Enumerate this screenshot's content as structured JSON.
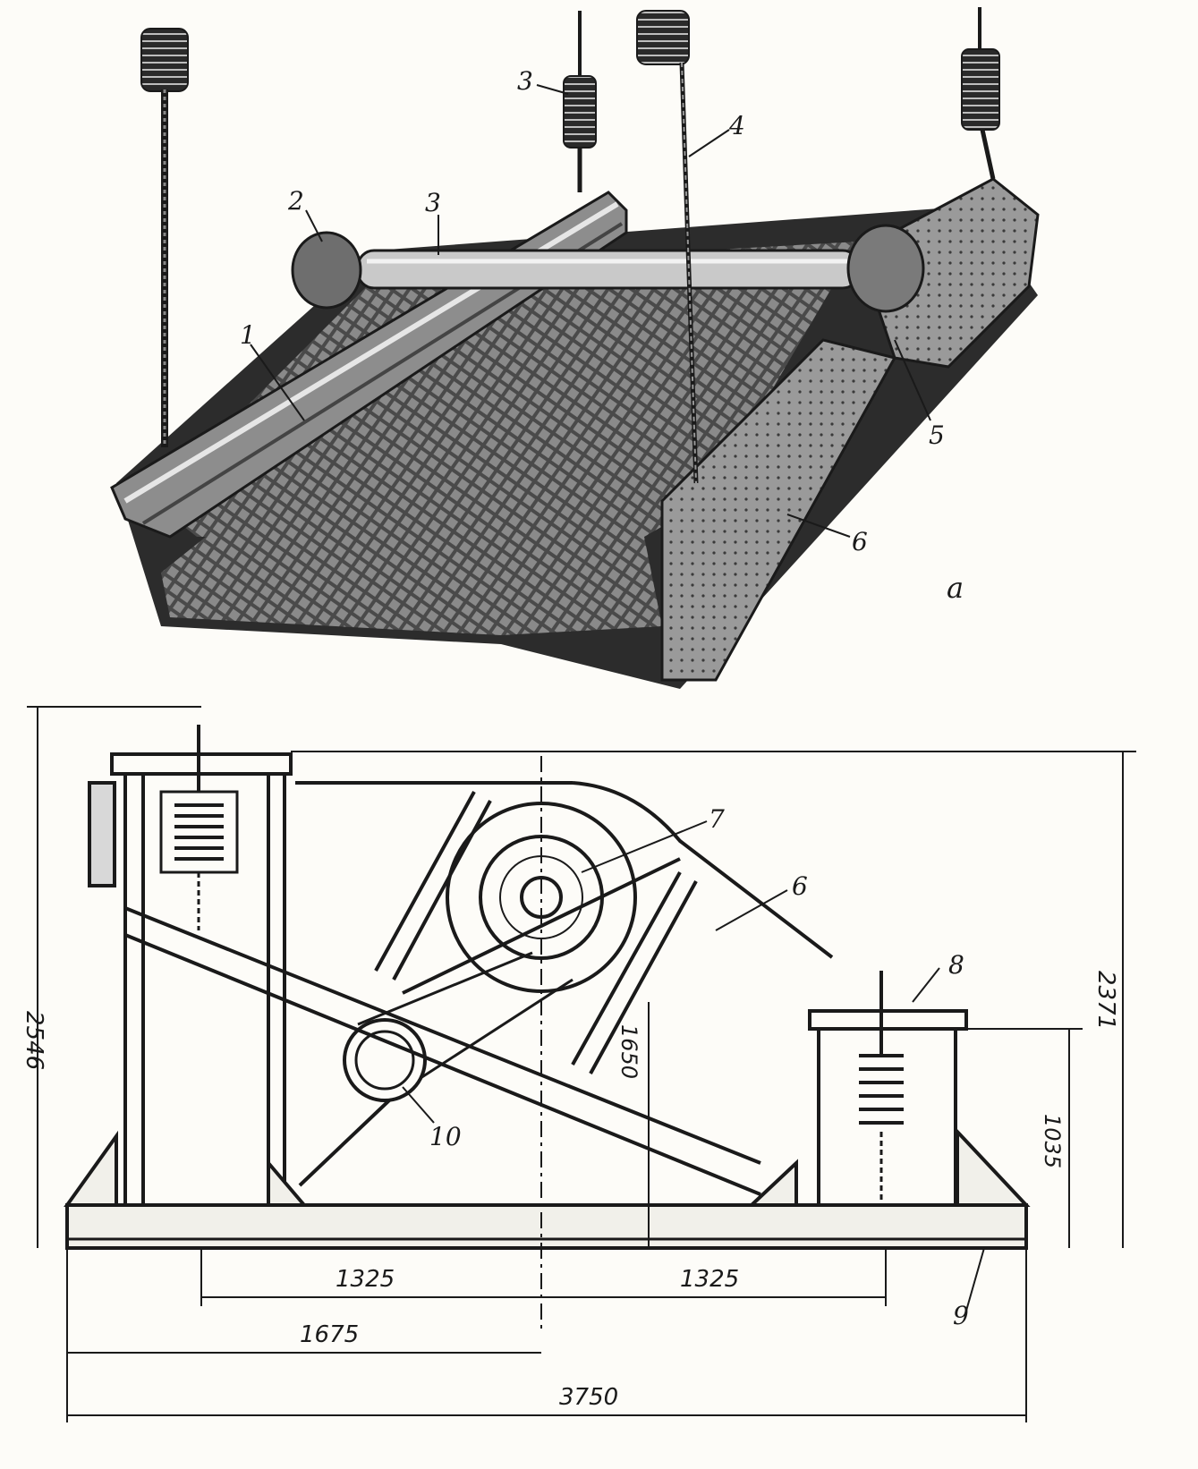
{
  "labels": {
    "l1": "1",
    "l2": "2",
    "l3a": "3",
    "l3b": "3",
    "l4": "4",
    "l5": "5",
    "l6a": "6",
    "l6b": "6",
    "la": "a",
    "l7": "7",
    "l8": "8",
    "l9": "9",
    "l10": "10"
  },
  "dimensions": {
    "d2546": "2546",
    "d2371": "2371",
    "d1650": "1650",
    "d1035": "1035",
    "d1325a": "1325",
    "d1325b": "1325",
    "d1675": "1675",
    "d3750": "3750"
  },
  "colors": {
    "ink": "#1a1a1a",
    "paper": "#fdfcf8",
    "shade": "#3a3a3a",
    "mesh": "#6b6b6b"
  }
}
